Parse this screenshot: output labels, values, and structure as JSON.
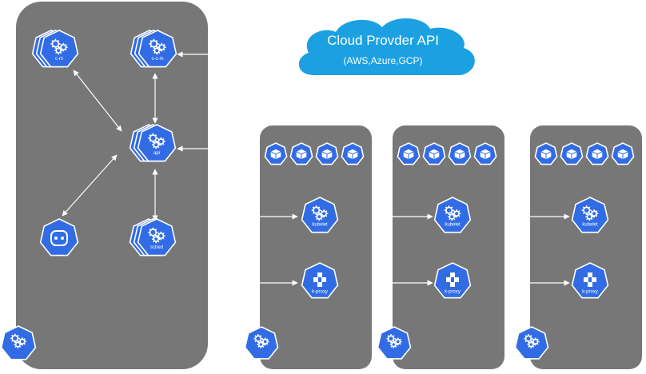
{
  "cloud": {
    "title": "Cloud Provder API",
    "subtitle": "(AWS,Azure,GCP)"
  },
  "control_plane": {
    "components": {
      "ccm": "c-c-m",
      "cm": "c-m",
      "api": "api",
      "sched": "sched"
    }
  },
  "worker_nodes": [
    {
      "kubelet": "kubelet",
      "kproxy": "k-proxy",
      "pod_count": 4
    },
    {
      "kubelet": "kubelet",
      "kproxy": "k-proxy",
      "pod_count": 4
    },
    {
      "kubelet": "kubelet",
      "kproxy": "k-proxy",
      "pod_count": 4
    }
  ],
  "colors": {
    "k8s_blue": "#326ce5",
    "panel_gray": "#777777",
    "cloud_blue": "#1ba1e2"
  }
}
